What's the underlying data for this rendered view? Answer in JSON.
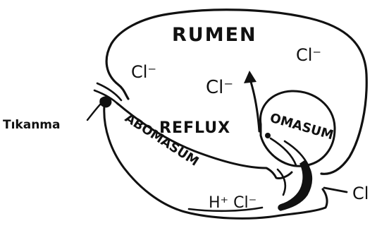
{
  "diagram": {
    "labels": {
      "rumen": "RUMEN",
      "reflux": "REFLUX",
      "abomasum": "ABOMASUM",
      "omasum": "OMASUM",
      "tikanma": "Tıkanma",
      "cl_rumen_left": "Cl⁻",
      "cl_rumen_right": "Cl⁻",
      "cl_arrow": "Cl⁻",
      "hcl": "H⁺ Cl⁻",
      "cl_exit": "Cl"
    }
  }
}
